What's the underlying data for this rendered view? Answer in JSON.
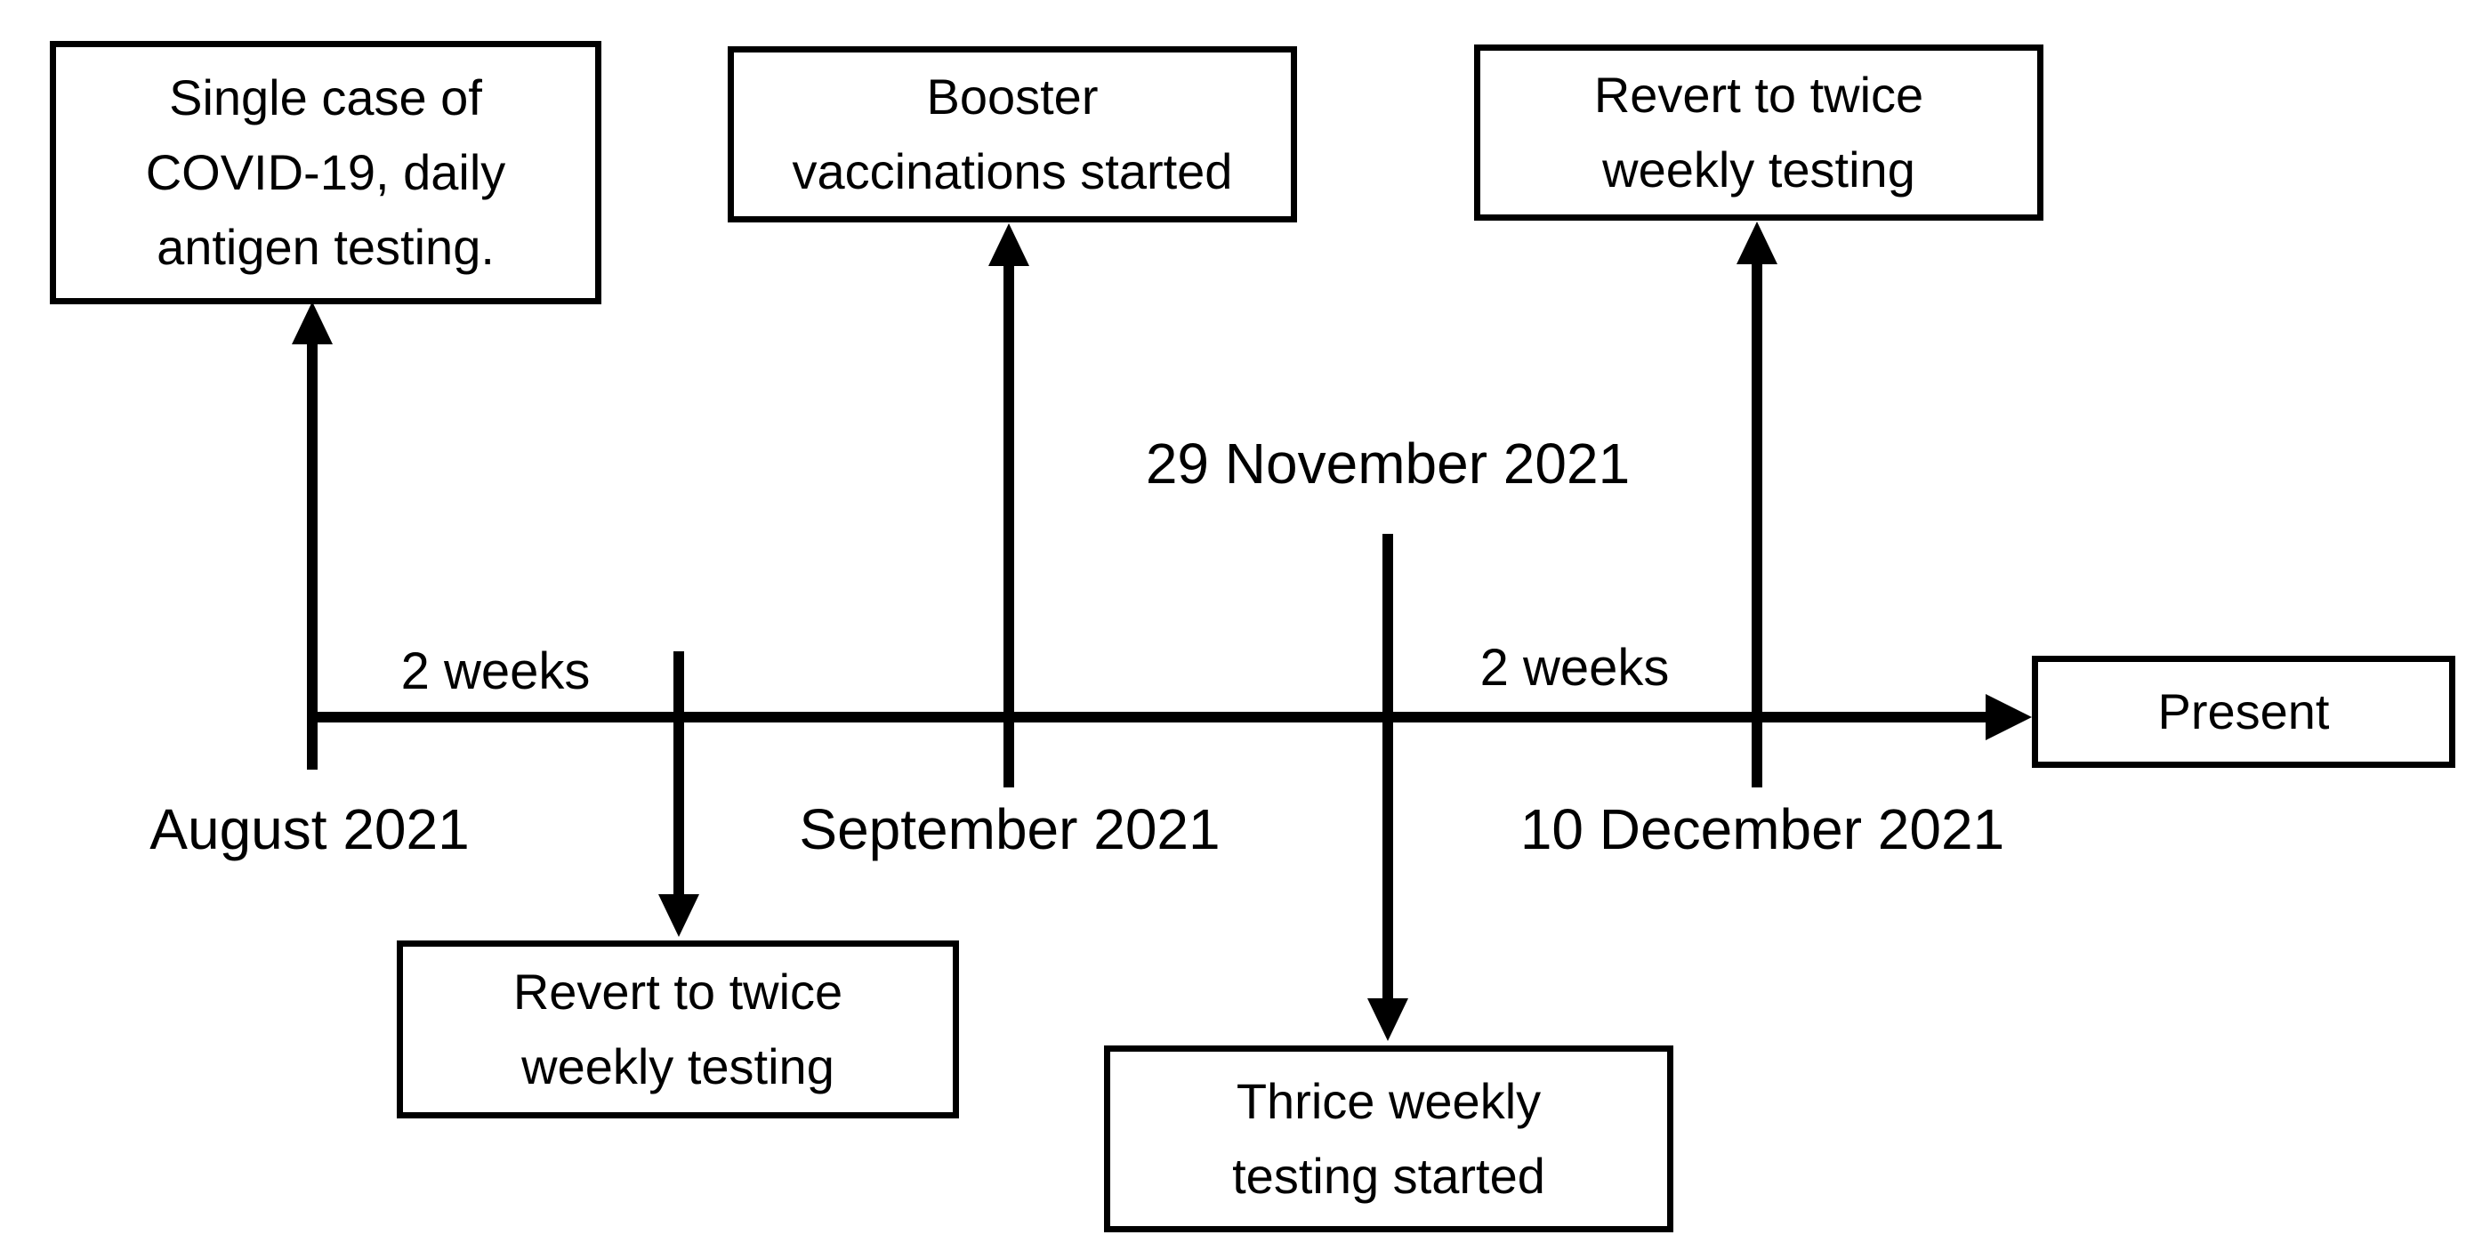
{
  "figure": {
    "type": "timeline-diagram",
    "background": "#ffffff",
    "ink": "#000000"
  },
  "boxes": {
    "single_case": {
      "text": "Single case of\nCOVID-19, daily\nantigen testing."
    },
    "booster": {
      "text": "Booster\nvaccinations started"
    },
    "revert_top": {
      "text": "Revert to twice\nweekly testing"
    },
    "present": {
      "text": "Present"
    },
    "revert_bottom": {
      "text": "Revert to twice\nweekly testing"
    },
    "thrice_weekly": {
      "text": "Thrice weekly\ntesting started"
    }
  },
  "date_labels": {
    "august": "August 2021",
    "september": "September 2021",
    "november": "29 November 2021",
    "december": "10 December 2021"
  },
  "interval_labels": {
    "left": "2 weeks",
    "right": "2 weeks"
  }
}
